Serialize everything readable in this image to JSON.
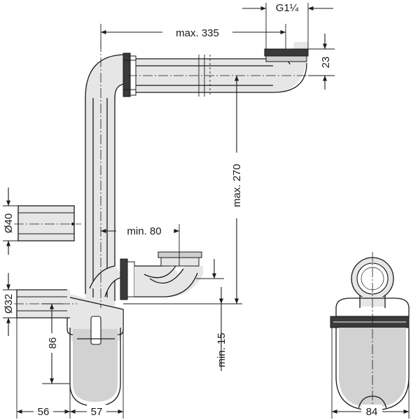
{
  "dimensions": {
    "thread": "G1¼",
    "max_length": "max. 335",
    "height_23": "23",
    "max_height": "max. 270",
    "min_offset": "min. 80",
    "pipe_d40": "Ø40",
    "pipe_d32": "Ø32",
    "trap_height": "86",
    "min_clearance": "min. 15",
    "width_56": "56",
    "width_57": "57",
    "side_width": "84"
  },
  "colors": {
    "line": "#1a1a1a",
    "pipe_fill": "#e6e6e6",
    "seal": "#3a3a3a"
  }
}
